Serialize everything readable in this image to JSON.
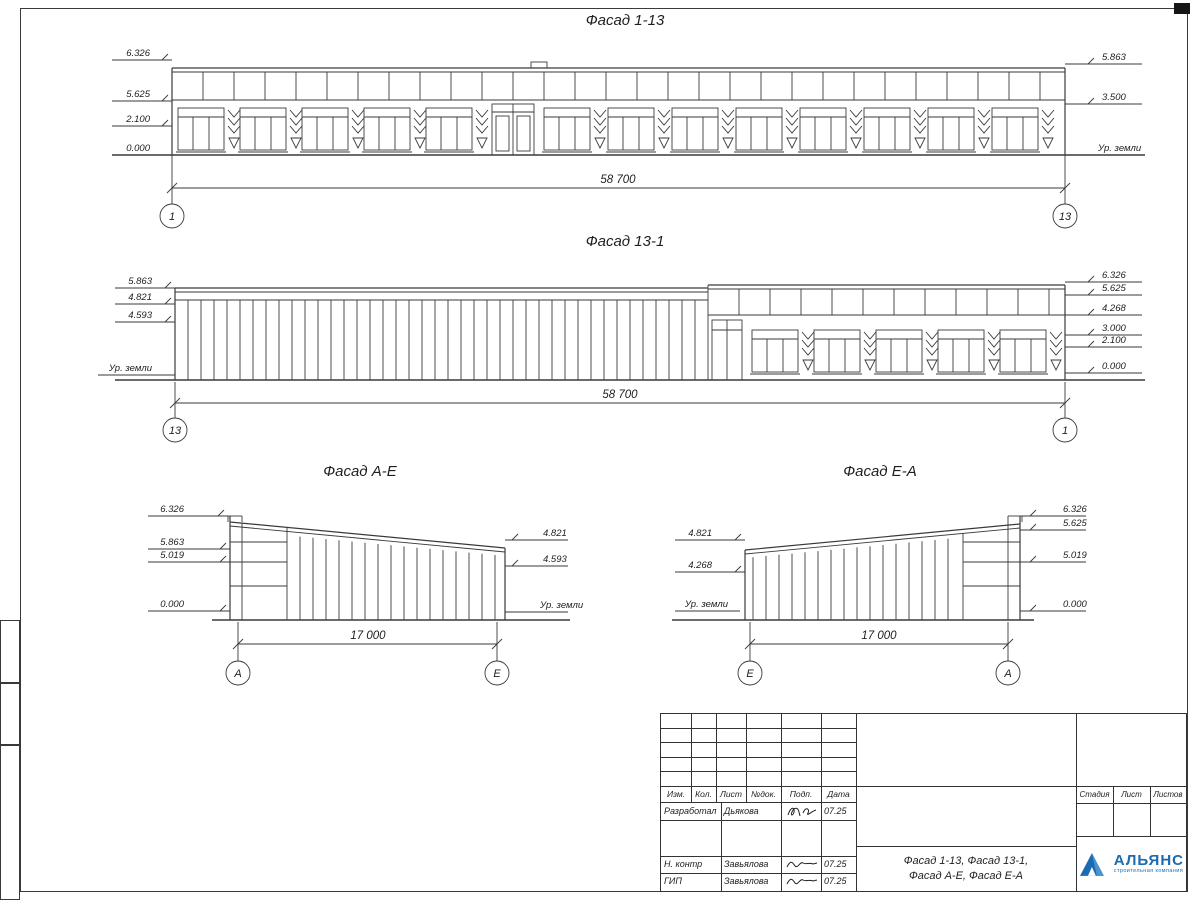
{
  "colors": {
    "line": "#3a3a3a",
    "brand_blue": "#1b6ab2"
  },
  "facade_1_13": {
    "title": "Фасад 1-13",
    "left_marks": [
      "6.326",
      "5.625",
      "2.100",
      "0.000"
    ],
    "right_marks": [
      "5.863",
      "3.500"
    ],
    "ground_label": "Ур. земли",
    "dimension": "58 700",
    "axis_left": "1",
    "axis_right": "13"
  },
  "facade_13_1": {
    "title": "Фасад 13-1",
    "left_marks": [
      "5.863",
      "4.821",
      "4.593"
    ],
    "ground_label": "Ур. земли",
    "right_marks": [
      "6.326",
      "5.625",
      "4.268",
      "3.000",
      "2.100",
      "0.000"
    ],
    "dimension": "58 700",
    "axis_left": "13",
    "axis_right": "1"
  },
  "facade_a_e": {
    "title": "Фасад А-Е",
    "left_marks": [
      "6.326",
      "5.863",
      "5.019",
      "0.000"
    ],
    "right_marks": [
      "4.821",
      "4.593"
    ],
    "ground_label": "Ур. земли",
    "dimension": "17 000",
    "axis_left": "А",
    "axis_right": "Е"
  },
  "facade_e_a": {
    "title": "Фасад Е-А",
    "left_marks": [
      "4.821",
      "4.268"
    ],
    "ground_label": "Ур. земли",
    "right_marks": [
      "6.326",
      "5.625",
      "5.019",
      "0.000"
    ],
    "dimension": "17 000",
    "axis_left": "Е",
    "axis_right": "А"
  },
  "title_block": {
    "columns": [
      "Изм.",
      "Кол.",
      "Лист",
      "№док.",
      "Подп.",
      "Дата"
    ],
    "rows": [
      {
        "role": "Разработал",
        "name": "Дьякова",
        "date": "07.25"
      },
      {
        "role": "Н. контр",
        "name": "Завьялова",
        "date": "07.25"
      },
      {
        "role": "ГИП",
        "name": "Завьялова",
        "date": "07.25"
      }
    ],
    "sheet_title_line1": "Фасад 1-13, Фасад 13-1,",
    "sheet_title_line2": "Фасад А-Е, Фасад Е-А",
    "stage_label": "Стадия",
    "sheet_label": "Лист",
    "sheets_label": "Листов",
    "company_name": "АЛЬЯНС",
    "company_subtitle": "строительная компания"
  }
}
